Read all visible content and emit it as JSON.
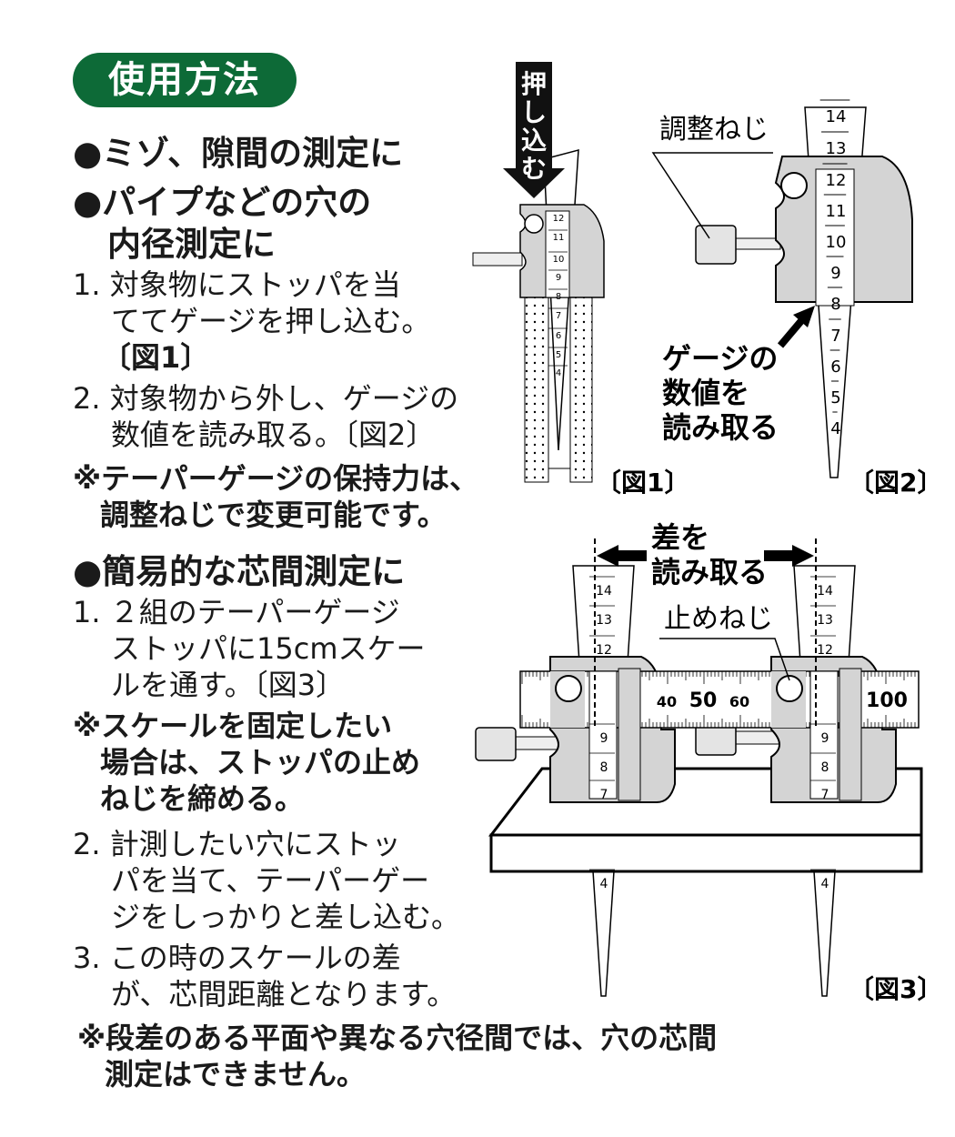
{
  "title": "使用方法",
  "sections": {
    "s1_head1": "●ミゾ、隙間の測定に",
    "s1_head2": "●パイプなどの穴の",
    "s1_head3": "内径測定に",
    "s1_step1_a": "1. 対象物にストッパを当",
    "s1_step1_b": "ててゲージを押し込む。",
    "s1_step1_c": "〔図1〕",
    "s1_step2_a": "2. 対象物から外し、ゲージの",
    "s1_step2_b": "数値を読み取る。〔図2〕",
    "s1_note_a": "※テーパーゲージの保持力は、",
    "s1_note_b": "調整ねじで変更可能です。",
    "s2_head": "●簡易的な芯間測定に",
    "s2_step1_a": "1. ２組のテーパーゲージ",
    "s2_step1_b": "ストッパに15cmスケー",
    "s2_step1_c": "ルを通す。〔図3〕",
    "s2_note_a": "※スケールを固定したい",
    "s2_note_b": "場合は、ストッパの止め",
    "s2_note_c": "ねじを締める。",
    "s2_step2_a": "2. 計測したい穴にストッ",
    "s2_step2_b": "パを当て、テーパーゲー",
    "s2_step2_c": "ジをしっかりと差し込む。",
    "s2_step3_a": "3. この時のスケールの差",
    "s2_step3_b": "が、芯間距離となります。",
    "final_note_a": "※段差のある平面や異なる穴径間では、穴の芯間",
    "final_note_b": "測定はできません。"
  },
  "fig1": {
    "push_chars": [
      "押",
      "し",
      "込",
      "む"
    ],
    "ticks": [
      "12",
      "11",
      "10",
      "9",
      "8",
      "7",
      "6",
      "5",
      "4"
    ],
    "caption": "〔図1〕"
  },
  "fig2": {
    "screw_label": "調整ねじ",
    "read_label": [
      "ゲージの",
      "数値を",
      "読み取る"
    ],
    "ticks": [
      "14",
      "13",
      "12",
      "11",
      "10",
      "9",
      "8",
      "7",
      "6",
      "5",
      "4"
    ],
    "caption": "〔図2〕"
  },
  "fig3": {
    "diff_label": [
      "差を",
      "読み取る"
    ],
    "set_screw_label": "止めねじ",
    "ticks": [
      "14",
      "13",
      "12",
      "9",
      "8",
      "7",
      "4"
    ],
    "ruler_labels": [
      "40",
      "50",
      "60",
      "100"
    ],
    "caption": "〔図3〕"
  }
}
